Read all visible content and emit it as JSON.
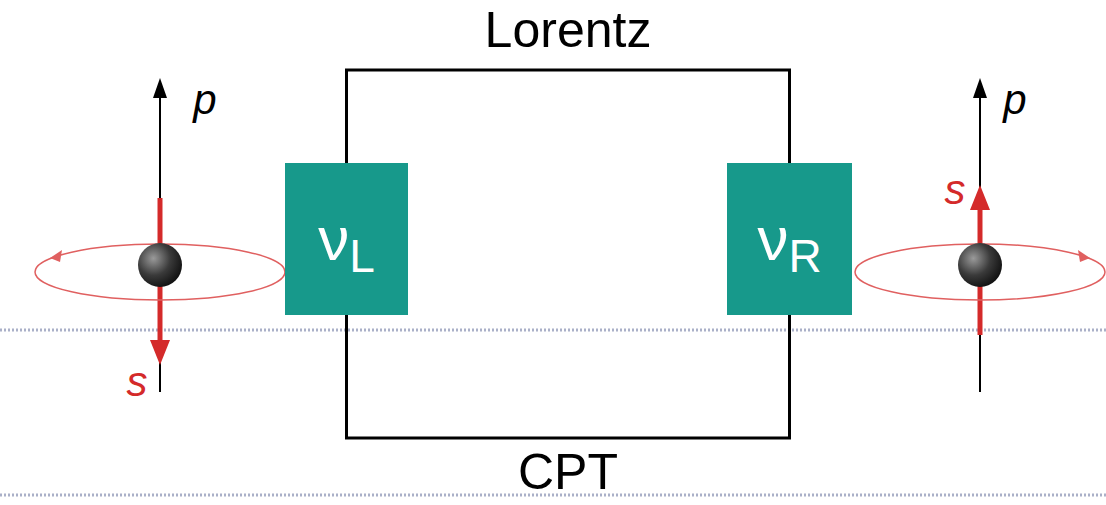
{
  "diagram": {
    "nodes": [
      {
        "text": [
          "νL"
        ]
      },
      {
        "text": [
          "νR"
        ]
      }
    ],
    "edges": [
      {
        "from": 0,
        "to": 1,
        "arrow": "none",
        "label": "Lorentz"
      },
      {
        "from": 0,
        "to": 1,
        "arrow": "none",
        "label": "CPT"
      }
    ],
    "labels": [
      "p",
      "s",
      "p",
      "s"
    ]
  }
}
